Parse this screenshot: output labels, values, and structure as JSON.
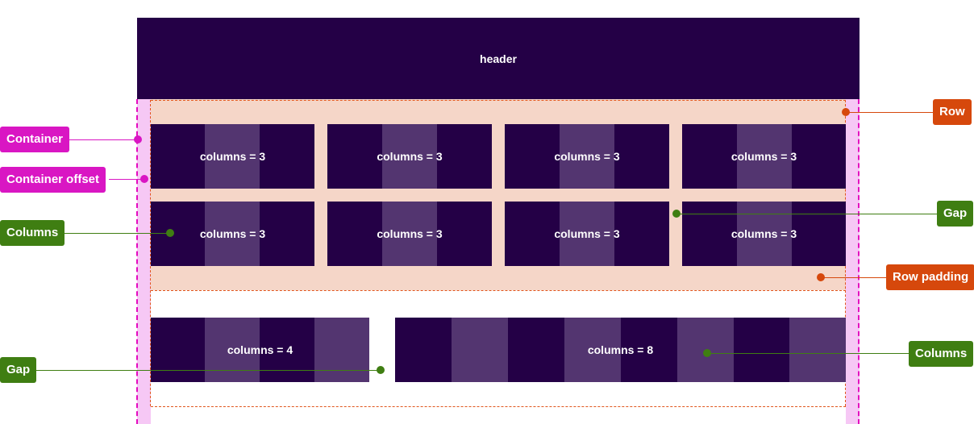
{
  "header": {
    "label": "header"
  },
  "grid": {
    "row1": [
      "columns = 3",
      "columns = 3",
      "columns = 3",
      "columns = 3"
    ],
    "row2": [
      "columns = 3",
      "columns = 3",
      "columns = 3",
      "columns = 3"
    ],
    "row3": [
      "columns = 4",
      "columns = 8"
    ]
  },
  "callouts": {
    "container": "Container",
    "container_offset": "Container offset",
    "columns_left": "Columns",
    "gap_left": "Gap",
    "row": "Row",
    "gap_right": "Gap",
    "row_padding": "Row padding",
    "columns_right": "Columns"
  },
  "colors": {
    "header": "#240046",
    "column": "#240046",
    "column_stripe": "#533570",
    "row": "#f5d6c8",
    "container_offset": "#f6c8f5",
    "magenta": "#d916c3",
    "green": "#3f7e12",
    "orange": "#d6480c"
  }
}
